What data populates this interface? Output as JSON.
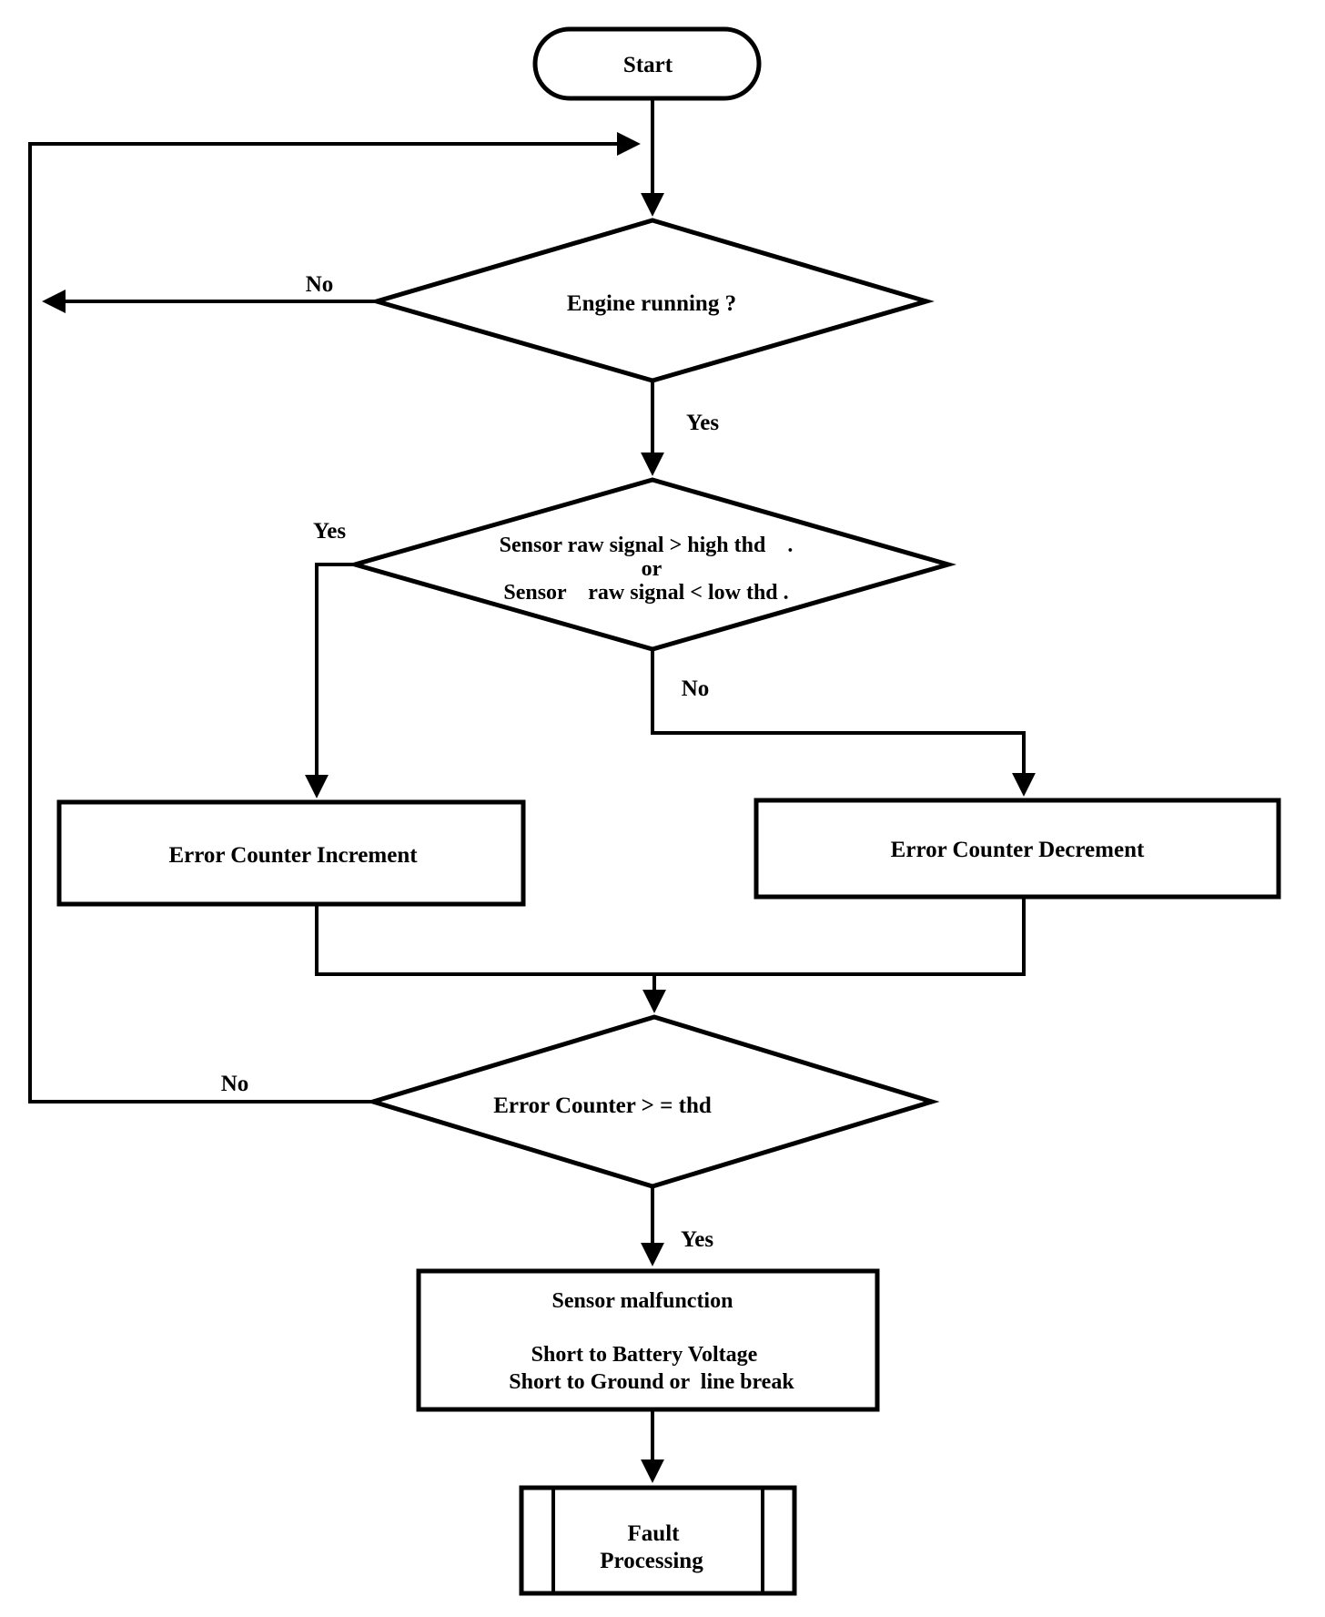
{
  "page": {
    "background_color": "#ffffff"
  },
  "diagram": {
    "kind": "flowchart",
    "stroke_color": "#000000",
    "text_color": "#000000",
    "nodes": {
      "start": {
        "type": "terminator",
        "label": "Start"
      },
      "engine_running": {
        "type": "decision",
        "label": "Engine running ?"
      },
      "sensor_signal": {
        "type": "decision",
        "line1": "Sensor raw signal > high thd    .",
        "line2": "or",
        "line3": "Sensor    raw signal < low thd ."
      },
      "error_counter_increment": {
        "type": "process",
        "label": "Error Counter Increment"
      },
      "error_counter_decrement": {
        "type": "process",
        "label": "Error Counter Decrement"
      },
      "error_counter_threshold": {
        "type": "decision",
        "label": "Error Counter > = thd"
      },
      "sensor_malfunction": {
        "type": "process",
        "line1": "Sensor malfunction",
        "line2": "Short to Battery Voltage",
        "line3": "Short to Ground or  line break"
      },
      "fault_processing": {
        "type": "predefined-process",
        "line1": "Fault",
        "line2": "Processing"
      }
    },
    "edge_labels": {
      "engine_running_no": "No",
      "engine_running_yes": "Yes",
      "sensor_signal_yes": "Yes",
      "sensor_signal_no": "No",
      "threshold_no": "No",
      "threshold_yes": "Yes"
    }
  }
}
